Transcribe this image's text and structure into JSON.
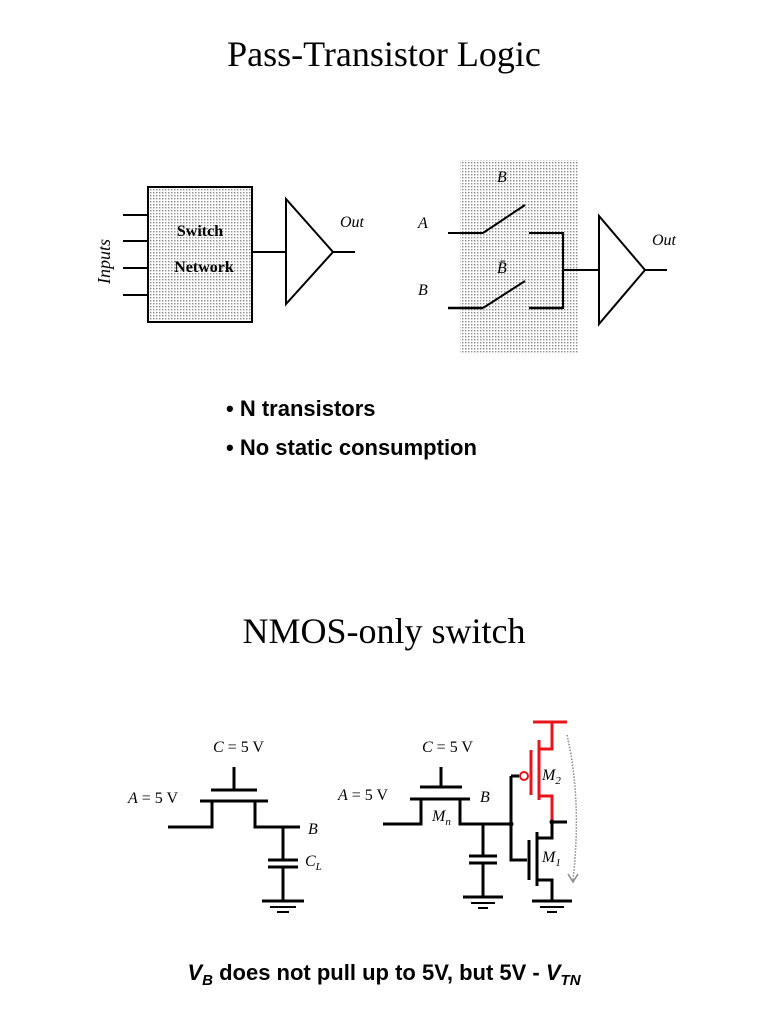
{
  "slide1": {
    "title": "Pass-Transistor Logic",
    "left_diagram": {
      "inputs_label": "Inputs",
      "box_line1": "Switch",
      "box_line2": "Network",
      "out_label": "Out"
    },
    "right_diagram": {
      "label_A": "A",
      "label_B_input": "B",
      "switch_top_control": "B",
      "switch_bottom_control": "B̄",
      "out_label": "Out"
    },
    "bullets": [
      "• N transistors",
      "• No static consumption"
    ]
  },
  "slide2": {
    "title": "NMOS-only switch",
    "left_circuit": {
      "gate_label": "C = 5 V",
      "source_label": "A = 5 V",
      "node_label": "B",
      "cap_label": "C",
      "cap_sub": "L"
    },
    "right_circuit": {
      "gate_label": "C = 5 V",
      "source_label": "A = 5 V",
      "node_label": "B",
      "mn_label": "M",
      "mn_sub": "n",
      "m1_label": "M",
      "m1_sub": "1",
      "m2_label": "M",
      "m2_sub": "2"
    },
    "note": {
      "v": "V",
      "v_sub": "B",
      "middle": " does not pull up to 5V, but 5V - ",
      "v2": "V",
      "v2_sub": "TN"
    },
    "colors": {
      "pmos": "#e8141c",
      "wire": "#000000"
    }
  }
}
